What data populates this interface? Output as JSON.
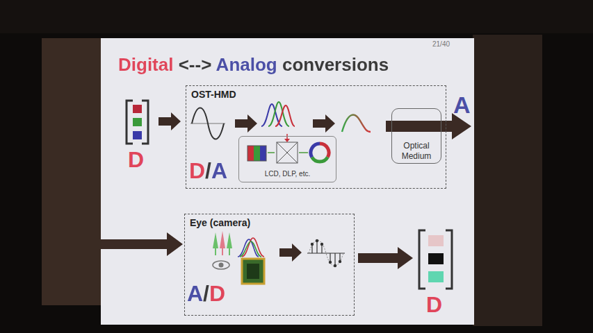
{
  "diagram": {
    "title": "Digital <--> Analog conversions",
    "nodes": [
      {
        "text": [
          "OST-HMD",
          "D/A"
        ]
      },
      {
        "text": [
          "LCD, DLP, etc."
        ],
        "in": 0
      },
      {
        "text": [
          "Optical Medium"
        ],
        "in": 0
      },
      {
        "text": [
          "Eye (camera)",
          "A/D"
        ]
      }
    ],
    "labels": [
      "21/40",
      "D",
      "A",
      "D"
    ]
  }
}
